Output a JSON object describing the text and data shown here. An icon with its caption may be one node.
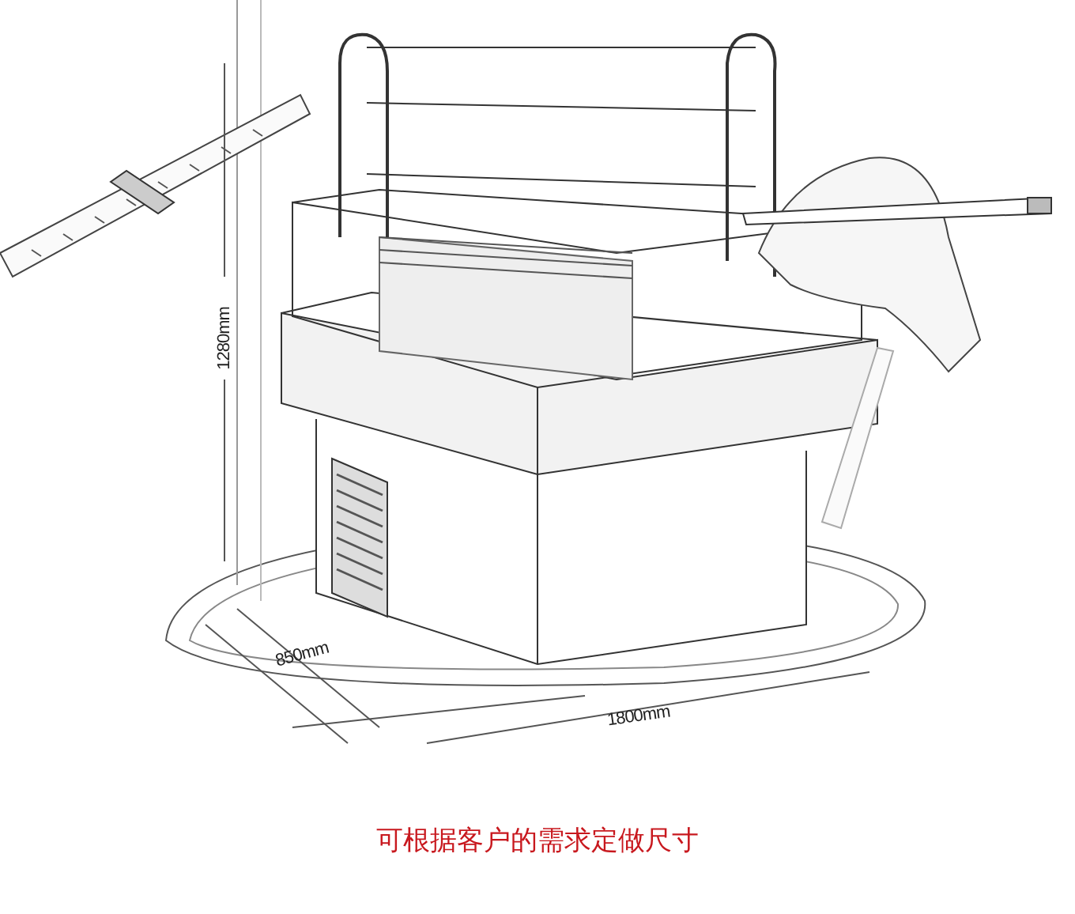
{
  "diagram": {
    "caption": "可根据客户的需求定做尺寸",
    "labels": [
      "1280mm",
      "850mm",
      "1800mm"
    ]
  }
}
